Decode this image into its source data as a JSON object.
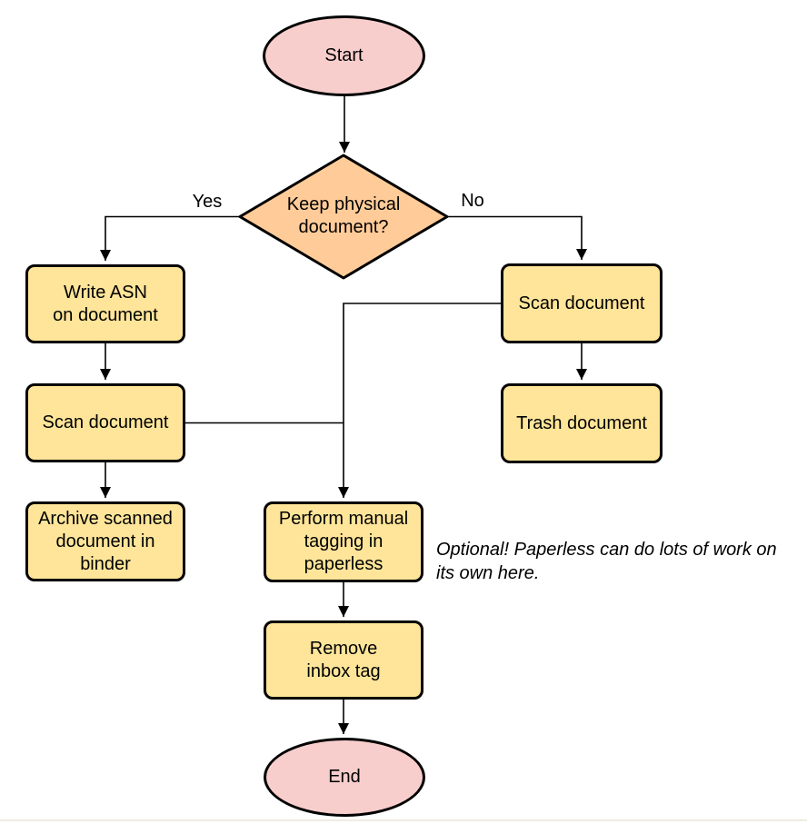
{
  "diagram": {
    "type": "flowchart",
    "nodes": {
      "start": {
        "shape": "terminator",
        "fill": "#f8cecc",
        "label": "Start"
      },
      "decision": {
        "shape": "decision",
        "fill": "#ffcc99",
        "label": [
          "Keep physical",
          "document?"
        ]
      },
      "write_asn": {
        "shape": "process",
        "fill": "#ffe599",
        "label": [
          "Write ASN",
          "on document"
        ]
      },
      "scan_left": {
        "shape": "process",
        "fill": "#ffe599",
        "label": "Scan document"
      },
      "archive": {
        "shape": "process",
        "fill": "#ffe599",
        "label": [
          "Archive scanned",
          "document in",
          "binder"
        ]
      },
      "scan_right": {
        "shape": "process",
        "fill": "#ffe599",
        "label": "Scan document"
      },
      "trash": {
        "shape": "process",
        "fill": "#ffe599",
        "label": "Trash document"
      },
      "tagging": {
        "shape": "process",
        "fill": "#ffe599",
        "label": [
          "Perform manual",
          "tagging in",
          "paperless"
        ]
      },
      "remove_inbox": {
        "shape": "process",
        "fill": "#ffe599",
        "label": [
          "Remove",
          "inbox tag"
        ]
      },
      "end": {
        "shape": "terminator",
        "fill": "#f8cecc",
        "label": "End"
      }
    },
    "edge_labels": {
      "yes": "Yes",
      "no": "No"
    },
    "annotation": [
      "Optional! Paperless can do lots of work on",
      "its own here."
    ],
    "colors": {
      "stroke": "#000000",
      "process_fill": "#ffe599",
      "decision_fill": "#ffcc99",
      "terminator_fill": "#f8cecc",
      "background": "#ffffff"
    }
  }
}
